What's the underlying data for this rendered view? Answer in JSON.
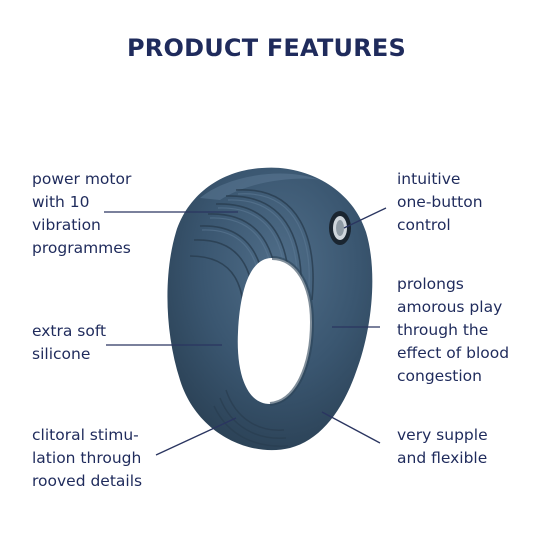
{
  "title": "PRODUCT FEATURES",
  "features": [
    {
      "id": "motor",
      "text": "power motor\nwith 10\nvibration\nprogrammes"
    },
    {
      "id": "silicone",
      "text": "extra soft\nsilicone"
    },
    {
      "id": "stimulation",
      "text": "clitoral stimu-\nlation through\nrooved details"
    },
    {
      "id": "button",
      "text": "intuitive\none-button\ncontrol"
    },
    {
      "id": "prolongs",
      "text": "prolongs\namorous play\nthrough the\neffect of blood\ncongestion"
    },
    {
      "id": "supple",
      "text": "very supple\nand flexible"
    }
  ],
  "colors": {
    "text": "#1f2b5c",
    "product": "#3a5670",
    "product_dark": "#2b4256",
    "product_light": "#4e6b85",
    "leader_line": "#2a3560"
  },
  "icons": {
    "product": "ring-vibrator-image",
    "button": "power-button-icon"
  }
}
